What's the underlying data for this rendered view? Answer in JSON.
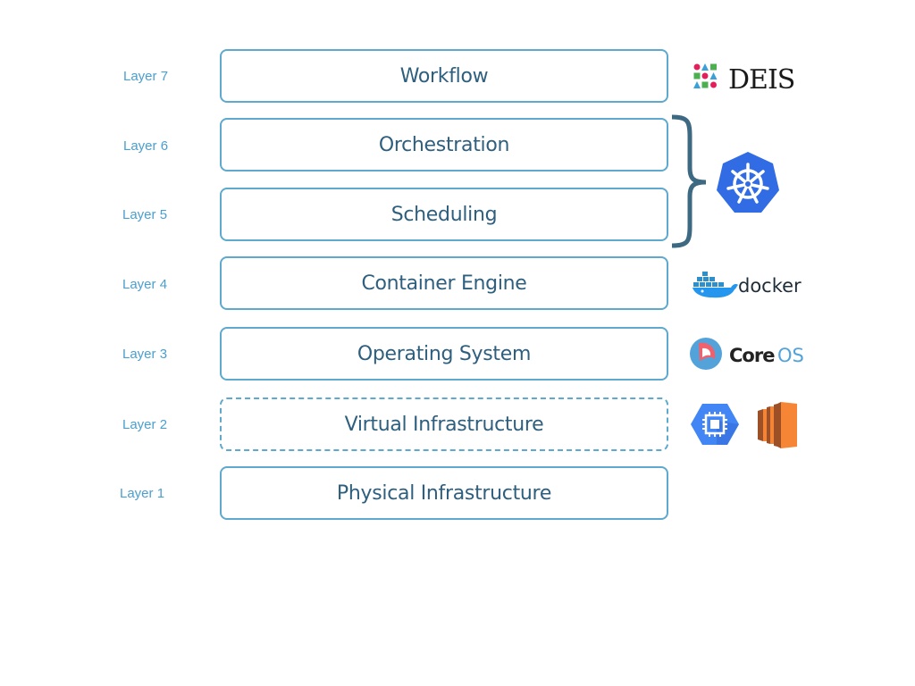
{
  "layers": [
    {
      "label": "Layer 7",
      "name": "Workflow",
      "dashed": false
    },
    {
      "label": "Layer 6",
      "name": "Orchestration",
      "dashed": false
    },
    {
      "label": "Layer 5",
      "name": "Scheduling",
      "dashed": false
    },
    {
      "label": "Layer 4",
      "name": "Container Engine",
      "dashed": false
    },
    {
      "label": "Layer 3",
      "name": "Operating System",
      "dashed": false
    },
    {
      "label": "Layer 2",
      "name": "Virtual Infrastructure",
      "dashed": true
    },
    {
      "label": "Layer 1",
      "name": "Physical Infrastructure",
      "dashed": false
    }
  ],
  "logos": {
    "deis": {
      "text": "DEIS",
      "icon": "deis-logo"
    },
    "kubernetes": {
      "icon": "kubernetes-logo"
    },
    "docker": {
      "text": "docker",
      "icon": "docker-logo"
    },
    "coreos": {
      "text_core": "Core",
      "text_os": "OS",
      "icon": "coreos-logo"
    },
    "gce": {
      "icon": "google-compute-engine-logo"
    },
    "ec2": {
      "icon": "aws-ec2-logo"
    }
  },
  "colors": {
    "label": "#4a9fcf",
    "border": "#5ea9cd",
    "box_text": "#2e5f7f",
    "brace": "#3d6a82",
    "kubernetes": "#326ce5",
    "docker": "#2496ed",
    "coreos_blue": "#53a3da",
    "coreos_red": "#f1606d",
    "gce": "#4285f4",
    "ec2": "#f58536"
  }
}
